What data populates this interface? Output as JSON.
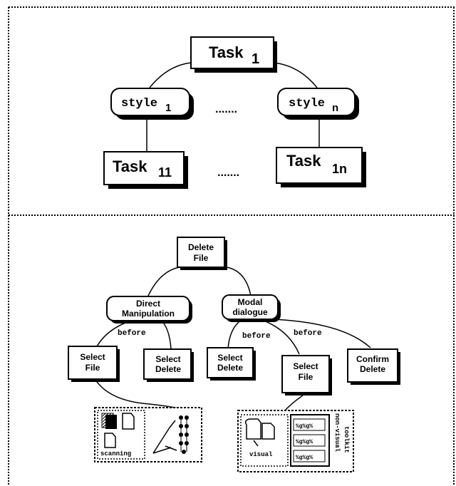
{
  "top": {
    "root": {
      "text": "Task",
      "sub": "1"
    },
    "style_left": {
      "text": "style",
      "sub": "1"
    },
    "style_right": {
      "text": "style",
      "sub": "n"
    },
    "task_left": {
      "text": "Task",
      "sub": "11"
    },
    "task_right": {
      "text": "Task",
      "sub": "1n"
    },
    "ellipsis_upper": ".......",
    "ellipsis_lower": "......."
  },
  "bottom": {
    "root": {
      "line1": "Delete",
      "line2": "File"
    },
    "style_left": {
      "line1": "Direct",
      "line2": "Manipulation"
    },
    "style_right": {
      "line1": "Modal",
      "line2": "dialogue"
    },
    "select_file_left": {
      "line1": "Select",
      "line2": "File"
    },
    "select_delete_left": {
      "line1": "Select",
      "line2": "Delete"
    },
    "select_delete_right": {
      "line1": "Select",
      "line2": "Delete"
    },
    "select_file_right": {
      "line1": "Select",
      "line2": "File"
    },
    "confirm_delete": {
      "line1": "Confirm",
      "line2": "Delete"
    },
    "before_left": "before",
    "before_mid": "before",
    "before_right": "before",
    "panel_left_label": "scanning",
    "panel_right_visual": "visual",
    "panel_right_nonvisual": "non-visual",
    "panel_right_toolkit": "toolkit",
    "panel_right_item": "%g%g%"
  }
}
